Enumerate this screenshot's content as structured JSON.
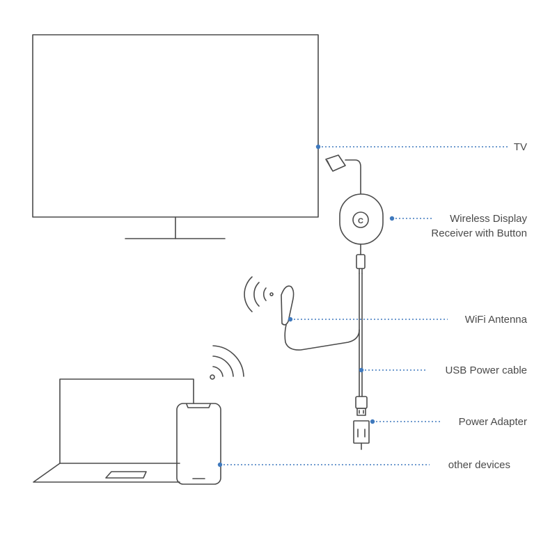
{
  "labels": {
    "tv": "TV",
    "receiver_line1": "Wireless Display",
    "receiver_line2": "Receiver with Button",
    "wifi_antenna": "WiFi Antenna",
    "usb_cable": "USB Power cable",
    "power_adapter": "Power Adapter",
    "other_devices": "other devices"
  },
  "receiver_button_glyph": "C",
  "colors": {
    "line": "#4a4a4a",
    "leader": "#3f79bd",
    "text": "#4a4a4a",
    "background": "#ffffff"
  }
}
